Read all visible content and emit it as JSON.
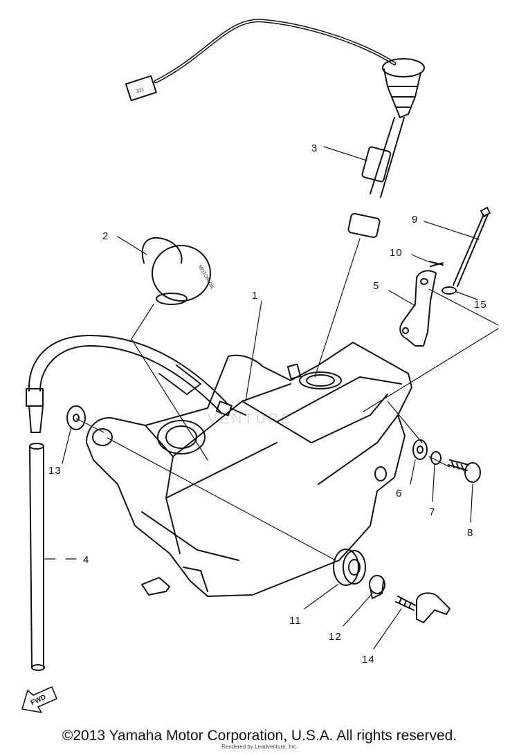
{
  "callouts": [
    "1",
    "2",
    "3",
    "4",
    "5",
    "6",
    "7",
    "8",
    "9",
    "10",
    "11",
    "12",
    "13",
    "14",
    "15"
  ],
  "fwd_label": "FWD",
  "cap_text": "MOTOR OIL",
  "connector_text": "321",
  "watermark": "VENTURE",
  "copyright": "©2013 Yamaha Motor Corporation, U.S.A. All rights reserved.",
  "credit": "Rendered by Leadventure, Inc.",
  "colors": {
    "line": "#111111",
    "background": "#ffffff",
    "watermark": "#d9d9d9"
  }
}
